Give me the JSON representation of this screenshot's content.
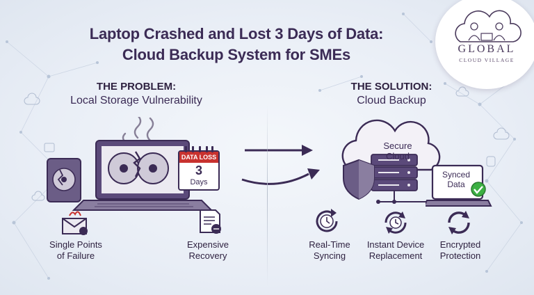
{
  "title": {
    "line1": "Laptop Crashed and Lost 3 Days of Data:",
    "line2": "Cloud Backup System for SMEs"
  },
  "logo": {
    "main": "GLOBAL",
    "sub": "CLOUD VILLAGE"
  },
  "problem": {
    "heading": "THE PROBLEM:",
    "subheading": "Local Storage Vulnerability",
    "calendar": {
      "title": "DATA LOSS",
      "number": "3",
      "unit": "Days"
    },
    "items": [
      {
        "label_line1": "Single Points",
        "label_line2": "of Failure",
        "icon": "broken-envelope-icon"
      },
      {
        "label_line1": "Expensive",
        "label_line2": "Recovery",
        "icon": "invoice-icon"
      }
    ]
  },
  "solution": {
    "heading": "THE SOLUTION:",
    "subheading": "Cloud Backup",
    "cloud": {
      "line1": "Secure",
      "line2": "Cloud"
    },
    "synced": {
      "line1": "Synced",
      "line2": "Data"
    },
    "items": [
      {
        "label_line1": "Real-Time",
        "label_line2": "Syncing",
        "icon": "clock-sync-icon"
      },
      {
        "label_line1": "Instant Device",
        "label_line2": "Replacement",
        "icon": "clock-refresh-icon"
      },
      {
        "label_line1": "Encrypted",
        "label_line2": "Protection",
        "icon": "refresh-icon"
      }
    ]
  },
  "colors": {
    "primary": "#5b4a7a",
    "dark": "#3b2b55",
    "accent_red": "#c8322f",
    "check_green": "#3cb043"
  }
}
